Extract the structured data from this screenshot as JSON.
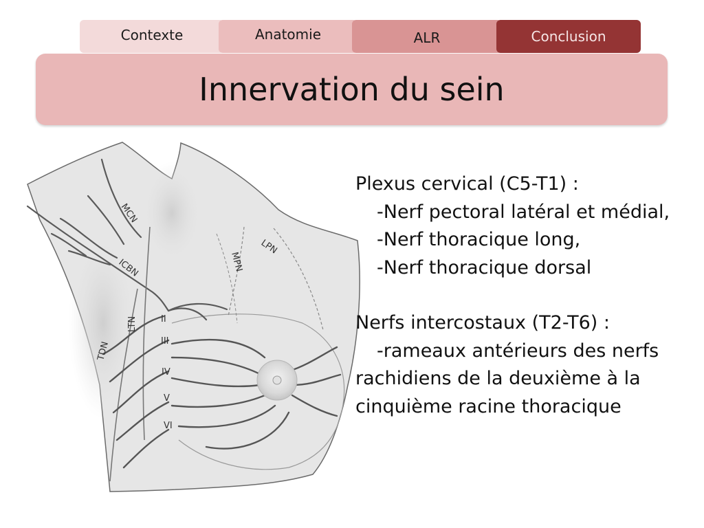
{
  "nav": {
    "tabs": [
      {
        "label": "Contexte"
      },
      {
        "label": "Anatomie"
      },
      {
        "label": "ALR"
      },
      {
        "label": "Conclusion"
      }
    ]
  },
  "slide": {
    "title": "Innervation du sein",
    "body": {
      "plexus_heading": "Plexus cervical (C5-T1) :",
      "plexus_items": [
        "-Nerf pectoral latéral et médial,",
        "-Nerf thoracique long,",
        "-Nerf thoracique dorsal"
      ],
      "intercostal_heading": "Nerfs intercostaux (T2-T6) :",
      "intercostal_lines": [
        "-rameaux antérieurs des nerfs",
        "rachidiens de la deuxième à la",
        "cinquième racine thoracique"
      ]
    }
  },
  "figure": {
    "nerve_labels": {
      "mcn": "MCN",
      "icbn": "ICBN",
      "mpn": "MPN",
      "lpn": "LPN",
      "ltn": "LTN",
      "tdn": "TDN"
    },
    "rib_labels": [
      "II",
      "III",
      "IV",
      "V",
      "VI"
    ]
  }
}
